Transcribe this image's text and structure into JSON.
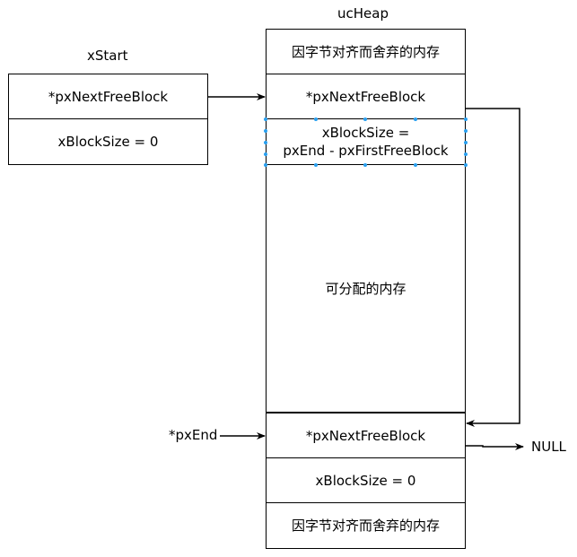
{
  "xstart": {
    "title": "xStart",
    "next_free_block": "*pxNextFreeBlock",
    "block_size": "xBlockSize = 0"
  },
  "ucheap": {
    "title": "ucHeap",
    "align_top": "因字节对齐而舍弃的内存",
    "next_free_block": "*pxNextFreeBlock",
    "block_size_line1": "xBlockSize =",
    "block_size_line2": "pxEnd - pxFirstFreeBlock",
    "allocatable": "可分配的内存",
    "end_next_free_block": "*pxNextFreeBlock",
    "end_block_size": "xBlockSize = 0",
    "align_bottom": "因字节对齐而舍弃的内存"
  },
  "pxend_label": "*pxEnd",
  "null_label": "NULL",
  "colors": {
    "stroke": "#000000",
    "selection": "#29a0f0"
  }
}
